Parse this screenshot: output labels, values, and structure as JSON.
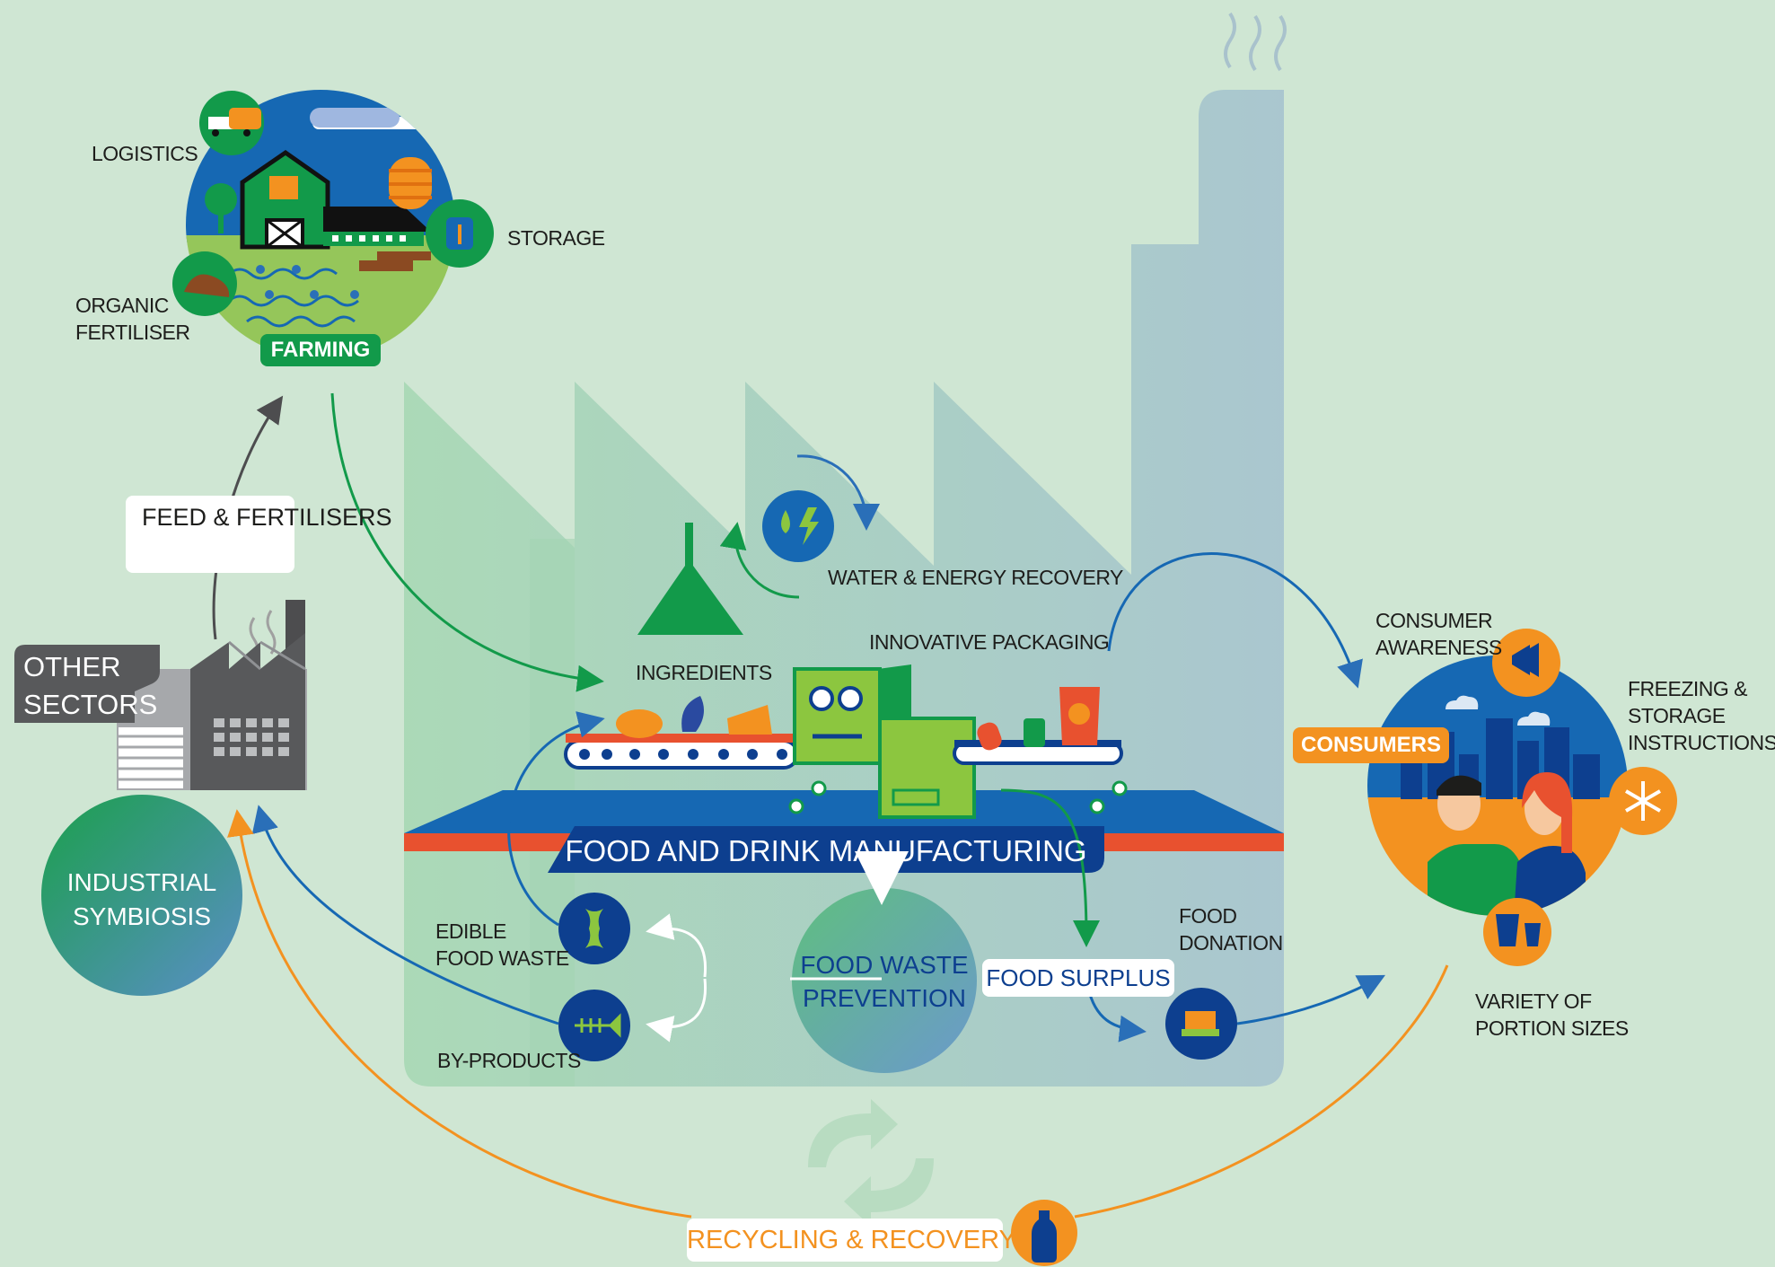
{
  "colors": {
    "background": "#cfe6d3",
    "green": "#129a4a",
    "blue": "#0e64ad",
    "navy": "#0d3f8f",
    "orange": "#f39220",
    "grey": "#58595b",
    "red": "#e8512f"
  },
  "farming": {
    "title": "FARMING",
    "logistics": "LOGISTICS",
    "storage": "STORAGE",
    "organic_fertiliser": "ORGANIC\nFERTILISER"
  },
  "feed_fertilisers": "FEED &\nFERTILISERS",
  "other_sectors": "OTHER\nSECTORS",
  "industrial_symbiosis": "INDUSTRIAL\nSYMBIOSIS",
  "factory": {
    "title": "FOOD AND DRINK MANUFACTURING",
    "ingredients": "INGREDIENTS",
    "water_energy": "WATER & ENERGY RECOVERY",
    "innovative_packaging": "INNOVATIVE PACKAGING",
    "edible_food_waste": "EDIBLE\nFOOD WASTE",
    "by_products": "BY-PRODUCTS",
    "food_waste_prevention": "FOOD WASTE\nPREVENTION",
    "food_surplus": "FOOD SURPLUS",
    "food_donation": "FOOD\nDONATION"
  },
  "consumers": {
    "title": "CONSUMERS",
    "consumer_awareness": "CONSUMER\nAWARENESS",
    "freezing": "FREEZING &\nSTORAGE\nINSTRUCTIONS",
    "portion_sizes": "VARIETY OF\nPORTION SIZES"
  },
  "recycling": "RECYCLING & RECOVERY",
  "icons": [
    "truck-icon",
    "grain-bag-icon",
    "soil-icon",
    "water-energy-icon",
    "apple-core-icon",
    "fish-bone-icon",
    "donation-box-icon",
    "megaphone-icon",
    "snowflake-icon",
    "cups-icon",
    "bottle-recycle-icon",
    "recycle-arrows-icon"
  ]
}
